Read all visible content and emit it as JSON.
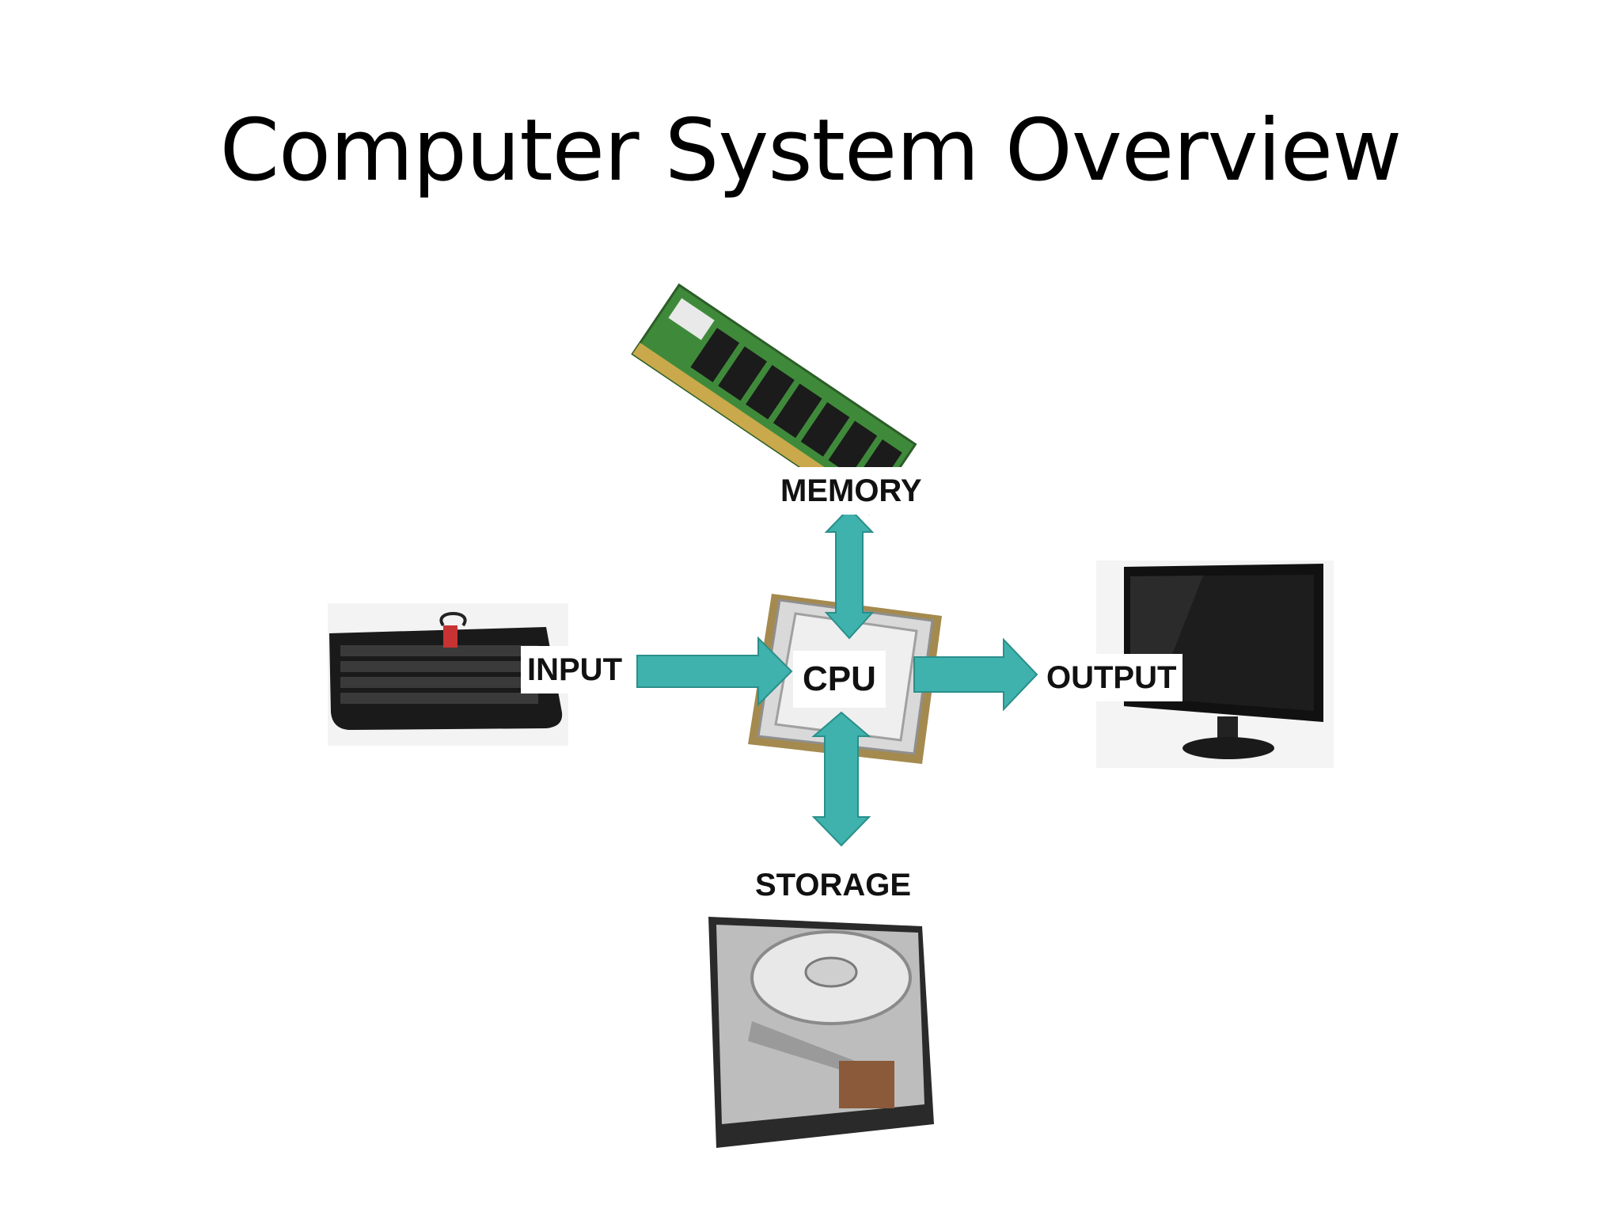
{
  "title": "Computer System Overview",
  "colors": {
    "arrow": "#3fb2ad",
    "arrow_stroke": "#2a8f8a"
  },
  "nodes": {
    "memory": {
      "label": "MEMORY",
      "icon": "ram-module-icon"
    },
    "input": {
      "label": "INPUT",
      "icon": "keyboard-icon"
    },
    "cpu": {
      "label": "CPU",
      "icon": "cpu-chip-icon"
    },
    "output": {
      "label": "OUTPUT",
      "icon": "monitor-icon"
    },
    "storage": {
      "label": "STORAGE",
      "icon": "hard-drive-icon"
    }
  }
}
